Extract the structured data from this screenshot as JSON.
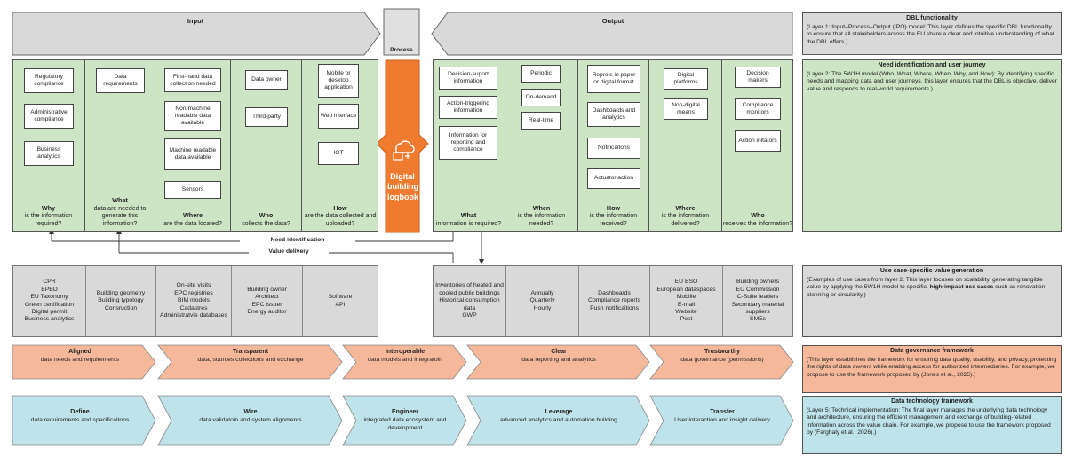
{
  "top": {
    "input_label": "Input",
    "process_label": "Process",
    "output_label": "Output"
  },
  "logbook": {
    "title": "Digital building logbook"
  },
  "input_columns": [
    {
      "boxes": [
        "Regulatory compliance",
        "Administrative compliance",
        "Business analytics"
      ],
      "q": "Why",
      "sub": "is the information required?"
    },
    {
      "boxes": [
        "Data requirements"
      ],
      "q": "What",
      "sub": "data are needed to generate this information?"
    },
    {
      "boxes": [
        "First-hand data collection needed",
        "Non-machine readable data available",
        "Machine readable data available",
        "Sensors"
      ],
      "q": "Where",
      "sub": "are the data located?"
    },
    {
      "boxes": [
        "Data owner",
        "Third-party"
      ],
      "q": "Who",
      "sub": "collects the data?"
    },
    {
      "boxes": [
        "Mobile or desktop application",
        "Web interface",
        "IOT"
      ],
      "q": "How",
      "sub": "are the data collected and uploaded?"
    }
  ],
  "output_columns": [
    {
      "boxes": [
        "Decision-suport information",
        "Action-triggering information",
        "Information for reporting and compliance"
      ],
      "q": "What",
      "sub": "information is required?"
    },
    {
      "boxes": [
        "Periodic",
        "On-demand",
        "Real-time"
      ],
      "q": "When",
      "sub": "is the information needed?"
    },
    {
      "boxes": [
        "Reprots in paper or digital format",
        "Dashboards and analytics",
        "Notificaitons",
        "Actuator action"
      ],
      "q": "How",
      "sub": "is the information received?"
    },
    {
      "boxes": [
        "Digital platforms",
        "Non-digital means"
      ],
      "q": "Where",
      "sub": "is the information delivered?"
    },
    {
      "boxes": [
        "Decision makers",
        "Compliance monitors",
        "Action initators"
      ],
      "q": "Who",
      "sub": "receives the information?"
    }
  ],
  "arrows": {
    "need": "Need identification",
    "value": "Value delivery"
  },
  "examples_left": [
    "CPR\nEPBD\nEU Taxonomy\nGreen certification\nDigital permit\nBusiness analytics",
    "Building geometry\nBuilding typology\nConsruction",
    "On-site visits\nEPC registries\nBIM models\nCadastres\nAdministratvie databases",
    "Building owner\nArchitect\nEPC issuer\nEnergy auditor",
    "Software\nAPI"
  ],
  "examples_right": [
    "Inventories of heated and cooled public buildings\nHistorical consumption data\nGWP",
    "Annually\nQuarterly\nHourly",
    "Dashboards\nCompliance reports\nPush notificaitions",
    "EU BSO\nEuropean dataspaces\nMoblile\nE-mail\nWebsite\nPost",
    "Building owners\nEU Commission\nC-Suite leaders\nSecondary material suppliers\nSMEs"
  ],
  "governance": [
    {
      "title": "Aligned",
      "sub": "data needs and requirements"
    },
    {
      "title": "Transparent",
      "sub": "data, sources collections and exchange"
    },
    {
      "title": "Interoperable",
      "sub": "data models and integratoin"
    },
    {
      "title": "Clear",
      "sub": "data reporting and analytics"
    },
    {
      "title": "Trustworthy",
      "sub": "data governance (permissions)"
    }
  ],
  "technology": [
    {
      "title": "Define",
      "sub": "data requirements and specificaitons"
    },
    {
      "title": "Wire",
      "sub": "data validatoin and system alignments"
    },
    {
      "title": "Engineer",
      "sub": "integrated data ecosystem and development"
    },
    {
      "title": "Leverage",
      "sub": "advanced analytics and automation building"
    },
    {
      "title": "Transfer",
      "sub": "User interaction and insight delivery"
    }
  ],
  "right_panels": [
    {
      "title": "DBL functionality",
      "body": "(Layer 1: Input–Process–Output (IPO) model: This layer defines the specific DBL functionality to ensure that all stakeholders across the EU share a clear and intuitive understanding of what the DBL offers.)"
    },
    {
      "title": "Need identification and user journey",
      "body": "(Layer 2: The 5W1H model (Who, What, Where, When, Why, and How): By identifying specific needs and mapping data and user journeys, this layer ensures that the DBL is objective, deliver value and responds to real-world requirements.)"
    },
    {
      "title": "Use case-specific value generation",
      "body_pre": "(Examples of use cases from layer 2. This layer focuses on scalability, generating tangible value by applying the 5W1H model to specific, ",
      "body_bold": "high-impact use cases",
      "body_post": " such as renovation planning or circularity.)"
    },
    {
      "title": "Data governance framework",
      "body": "(This layer establishes the framework for ensuring data quality, usability, and privacy, protecting the rights of data owners while enabling access for authorized intermediaries. For example, we propose to use the framework proposed by (Jones et al., 2025).)"
    },
    {
      "title": "Data technology framework",
      "body": "(Layer 5: Technical implementation: The final layer manages the underlying data technology and architecture, ensuring the efficient management and exchange of building-related information across the value chain. For example, we propose to use the framework proposed by (Farghaly et al., 2026).)"
    }
  ],
  "colors": {
    "green": "#cde5c4",
    "grey": "#d9d9d9",
    "orange": "#f5b89a",
    "blue": "#bfe3ea",
    "logbook": "#ee7b2f"
  }
}
